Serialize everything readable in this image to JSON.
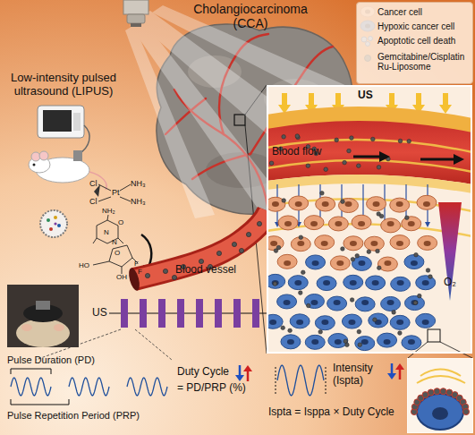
{
  "diagram": {
    "nodes": [
      {
        "text": [
          "US",
          "Blood flow",
          "O₂"
        ]
      }
    ],
    "labels": [
      "Cholangiocarcinoma (CCA)",
      "Low-intensity pulsed ultrasound (LIPUS)",
      "Cl",
      "Pt",
      "NH₃",
      "Cl",
      "NH₃",
      "NH₂",
      "N",
      "N",
      "O",
      "O",
      "HO",
      "OH",
      "F",
      "F",
      "Blood vessel",
      "US",
      "Pulse Duration (PD)",
      "Pulse Repetition Period (PRP)",
      "Duty Cycle",
      "= PD/PRP (%)",
      "Intensity (Ispta)",
      "Ispta = Isppa × Duty Cycle"
    ],
    "legend": [
      {
        "text": "Cancer cell"
      },
      {
        "text": "Hypoxic cancer cell"
      },
      {
        "text": "Apoptotic cell death"
      },
      {
        "text": "Gemcitabine/Cisplatin Ru-Liposome"
      }
    ]
  }
}
